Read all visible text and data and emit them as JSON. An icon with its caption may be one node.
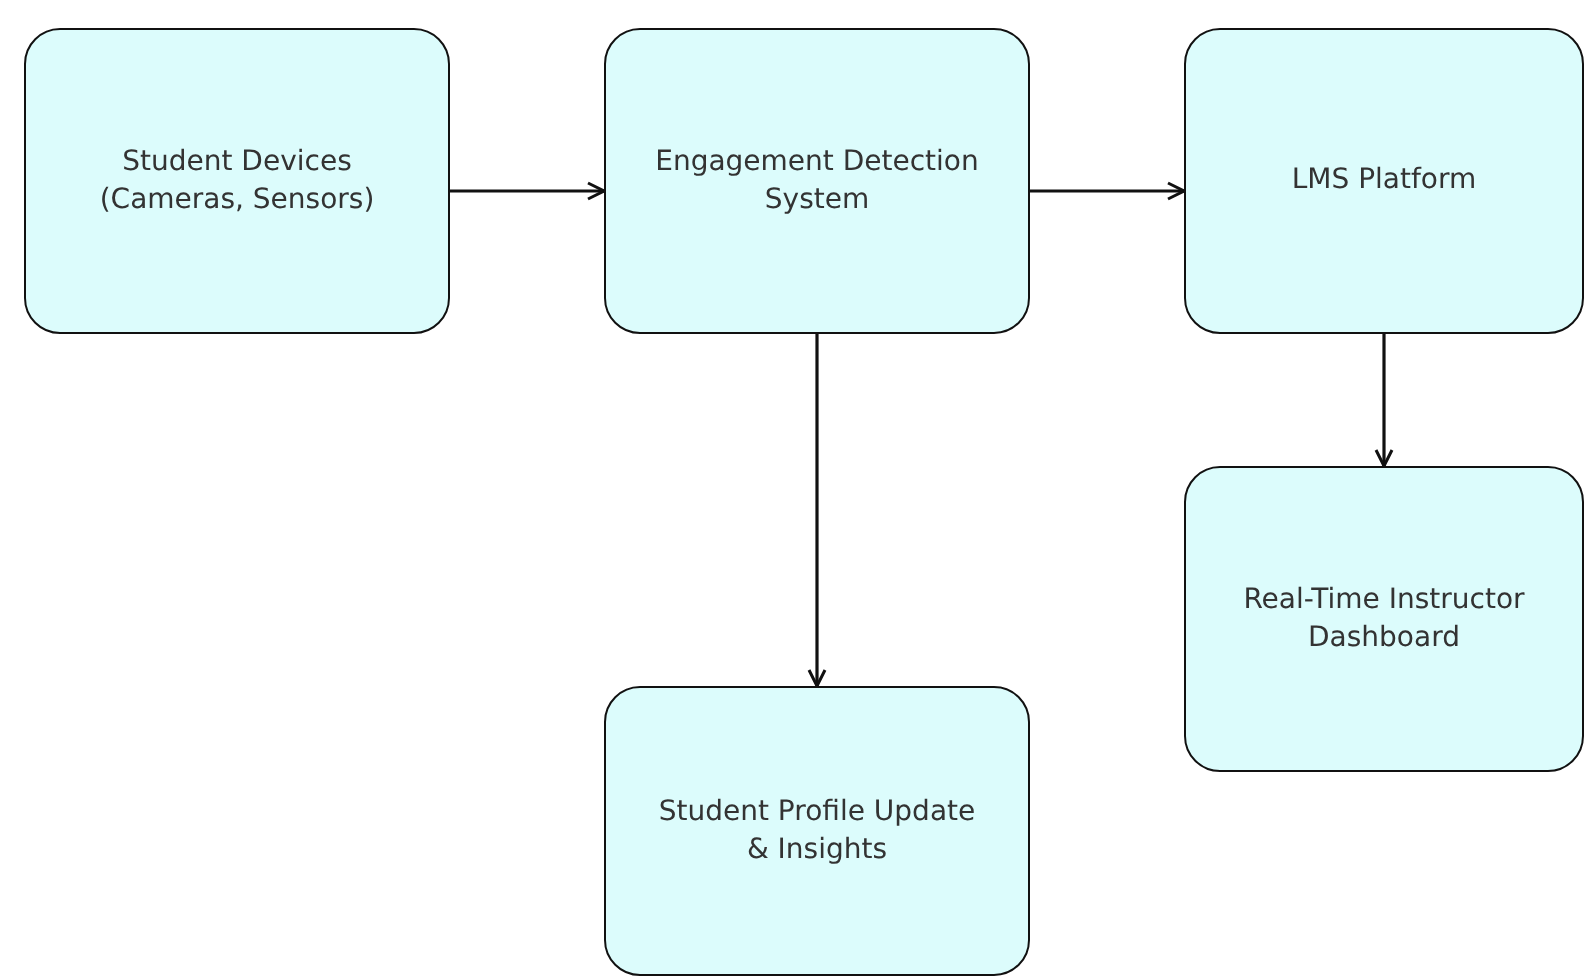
{
  "diagram": {
    "nodes": [
      {
        "text": [
          "Student Devices (Cameras, Sensors)"
        ]
      },
      {
        "text": [
          "Engagement Detection System"
        ]
      },
      {
        "text": [
          "LMS Platform"
        ]
      },
      {
        "text": [
          "Real-Time Instructor Dashboard"
        ]
      },
      {
        "text": [
          "Student Profile Update & Insights"
        ]
      }
    ],
    "edges": [
      {
        "from": 0,
        "to": 1,
        "arrow": "to"
      },
      {
        "from": 1,
        "to": 2,
        "arrow": "to"
      },
      {
        "from": 2,
        "to": 3,
        "arrow": "to"
      },
      {
        "from": 1,
        "to": 4,
        "arrow": "to"
      }
    ]
  }
}
